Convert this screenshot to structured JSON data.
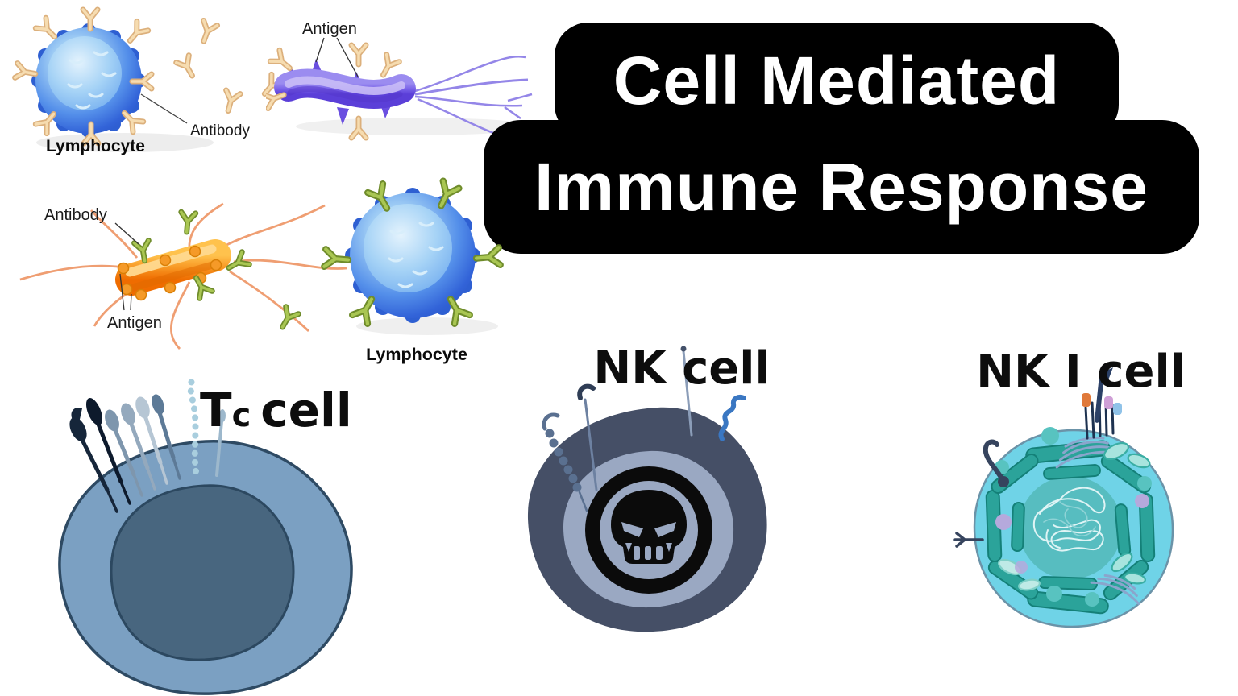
{
  "title": {
    "line1": "Cell Mediated",
    "line2": "Immune Response"
  },
  "illustrations": {
    "lymphocyte_top": {
      "cell_label": "Lymphocyte",
      "antibody_label": "Antibody"
    },
    "bacterium_purple": {
      "antigen_label": "Antigen"
    },
    "bacterium_orange": {
      "antibody_label": "Antibody",
      "antigen_label": "Antigen"
    },
    "lymphocyte_middle": {
      "cell_label": "Lymphocyte"
    },
    "tc_cell": {
      "label_prefix": "T",
      "label_subscript": "c",
      "label_suffix": "cell"
    },
    "nk_cell": {
      "label": "NK cell"
    },
    "nkt_cell": {
      "label": "NK I cell"
    }
  },
  "colors": {
    "background": "#ffffff",
    "title_bg": "#000000",
    "title_fg": "#ffffff",
    "lymphocyte_blue": "#3b6fe0",
    "antibody_tan": "#f2d7a8",
    "antibody_green": "#9bb944",
    "bacterium_purple": "#6a52e8",
    "bacterium_orange": "#f07c00",
    "tc_body": "#7ba0c2",
    "tc_nucleus": "#48667f",
    "nk_body": "#454f66",
    "nk_inner": "#9aa8c2",
    "nk_emblem": "#0b0b0b",
    "nkt_body": "#6fd3e7",
    "nkt_organelle_teal": "#2ba39a"
  }
}
